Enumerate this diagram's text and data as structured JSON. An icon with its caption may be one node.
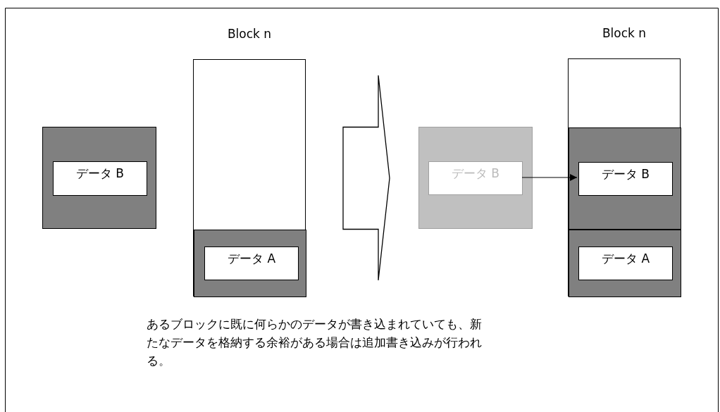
{
  "diagram": {
    "nodes": [
      {
        "text": [],
        "shape": "box"
      },
      {
        "text": [
          "データ B"
        ],
        "in": 0
      },
      {
        "text": [
          "Block n"
        ]
      },
      {
        "text": [],
        "shape": "box",
        "in": 2
      },
      {
        "text": [
          "データ A"
        ],
        "in": 3
      },
      {
        "text": [],
        "shape": "box"
      },
      {
        "text": [
          "データ B"
        ],
        "in": 5
      },
      {
        "text": [
          "Block n"
        ]
      },
      {
        "text": [],
        "shape": "box",
        "in": 7
      },
      {
        "text": [
          "データ B"
        ],
        "in": 8
      },
      {
        "text": [],
        "shape": "box",
        "in": 7
      },
      {
        "text": [
          "データ A"
        ],
        "in": 10
      }
    ],
    "edges": [
      {
        "from": 6,
        "to": 9,
        "arrow": "to"
      },
      {
        "from": 2,
        "to": 5,
        "arrow": "to",
        "style": "thick"
      }
    ],
    "labels": [
      "あるブロックに既に何らかのデータが書き込まれていても、新たなデータを格納する余裕がある場合は追加書き込みが行われる。"
    ]
  }
}
